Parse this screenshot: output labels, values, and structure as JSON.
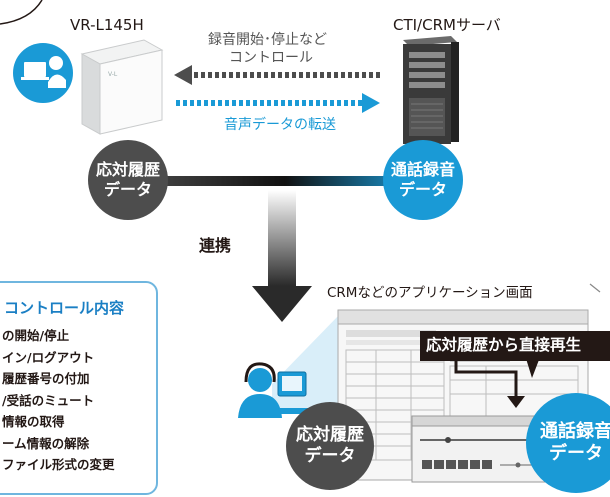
{
  "device": {
    "label": "VR-L145H"
  },
  "server": {
    "label": "CTI/CRMサーバ"
  },
  "arrows": {
    "control_line1": "録音開始･停止など",
    "control_line2": "コントロール",
    "audio_label": "音声データの転送"
  },
  "badges": {
    "history_top_line1": "応対履歴",
    "history_top_line2": "データ",
    "recording_top_line1": "通話録音",
    "recording_top_line2": "データ",
    "history_bottom_line1": "応対履歴",
    "history_bottom_line2": "データ",
    "recording_bottom_line1": "通話録音",
    "recording_bottom_line2": "データ"
  },
  "link": {
    "label": "連携"
  },
  "app": {
    "screen_label": "CRMなどのアプリケーション画面",
    "callout": "応対履歴から直接再生"
  },
  "panel": {
    "title": "コントロール内容",
    "items": [
      "の開始/停止",
      "イン/ログアウト",
      "履歴番号の付加",
      "/受話のミュート",
      "情報の取得",
      "ーム情報の解除",
      "ファイル形式の変更"
    ]
  },
  "colors": {
    "accent": "#1a9ad6",
    "dark": "#4d4d4d",
    "callout": "#231815",
    "panel_border": "#6fb6df"
  }
}
